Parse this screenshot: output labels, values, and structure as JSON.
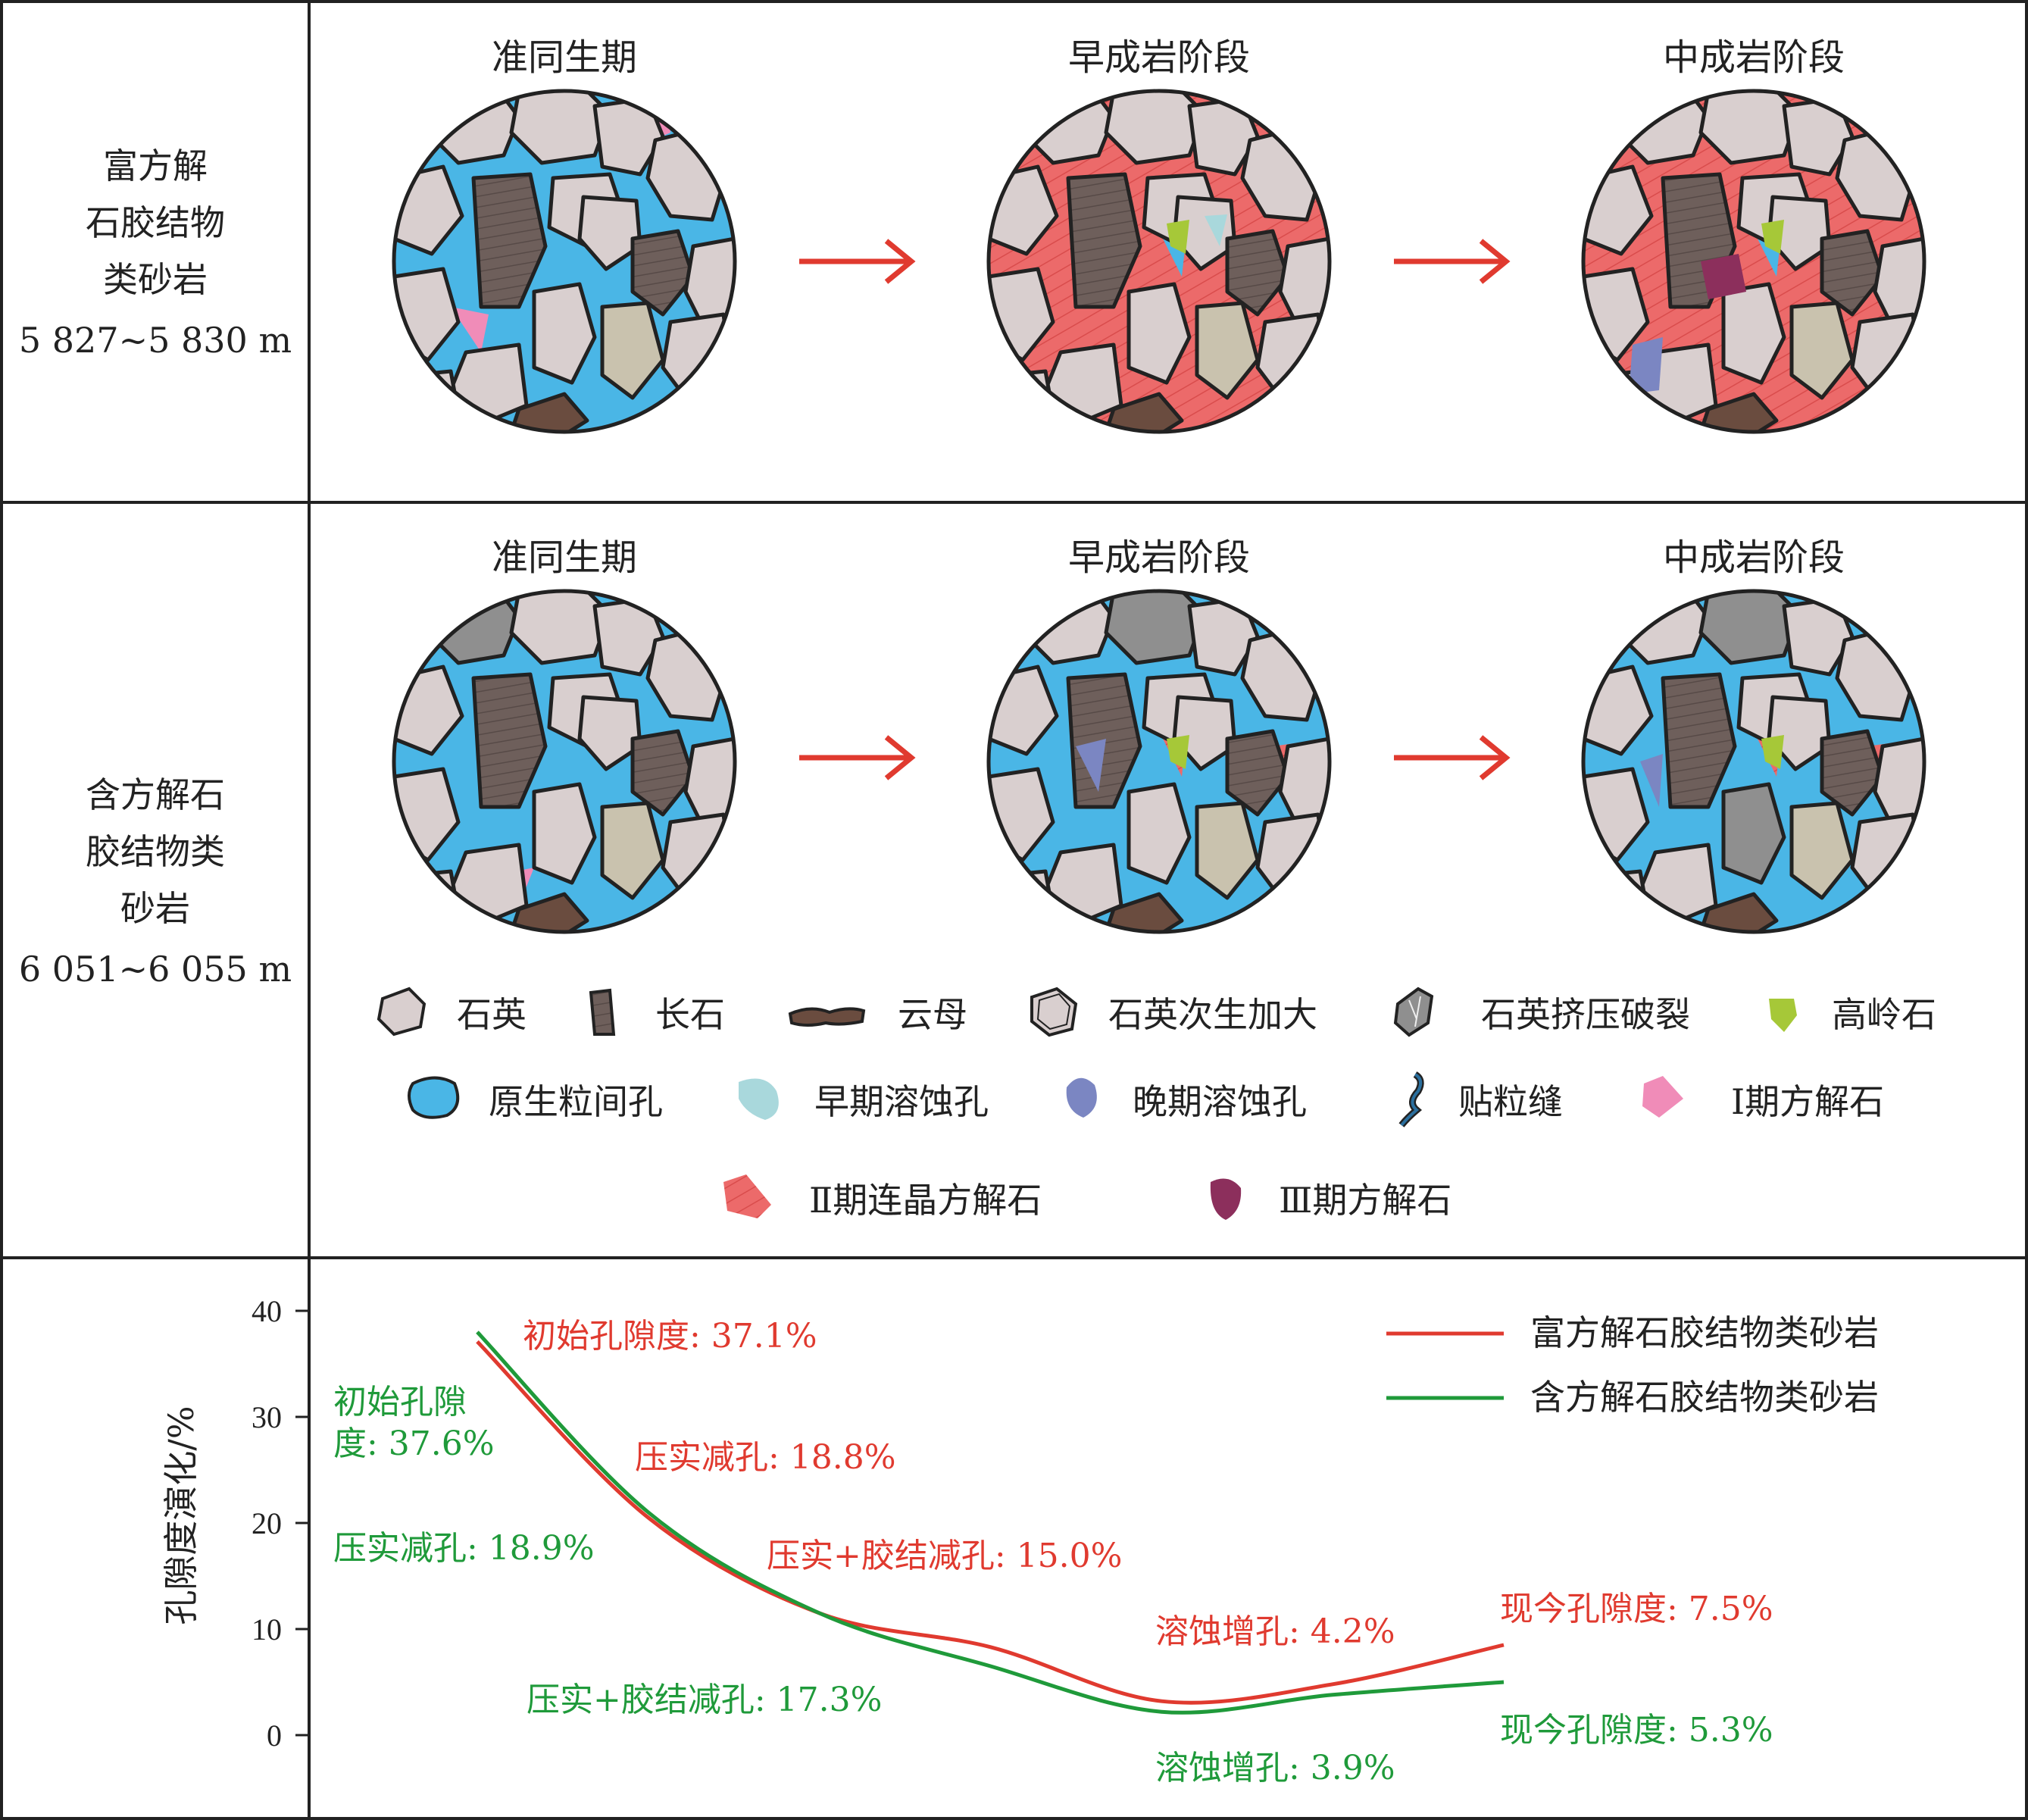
{
  "rows": [
    {
      "label_lines": [
        "富方解",
        "石胶结物",
        "类砂岩",
        "5 827~5 830 m"
      ],
      "stages": [
        "准同生期",
        "早成岩阶段",
        "中成岩阶段"
      ]
    },
    {
      "label_lines": [
        "含方解石",
        "胶结物类",
        "砂岩",
        "6  051~6 055 m"
      ],
      "stages": [
        "准同生期",
        "早成岩阶段",
        "中成岩阶段"
      ]
    }
  ],
  "legend": [
    {
      "label": "石英",
      "icon": "quartz-icon",
      "color": "#d9cfcf"
    },
    {
      "label": "长石",
      "icon": "feldspar-icon",
      "color": "#6e5f5b"
    },
    {
      "label": "云母",
      "icon": "mica-icon",
      "color": "#6a4c3f"
    },
    {
      "label": "石英次生加大",
      "icon": "quartz-overgrowth-icon",
      "color": "#d9cfcf"
    },
    {
      "label": "石英挤压破裂",
      "icon": "quartz-fractured-icon",
      "color": "#8f8f8f"
    },
    {
      "label": "高岭石",
      "icon": "kaolinite-icon",
      "color": "#a6c838"
    },
    {
      "label": "原生粒间孔",
      "icon": "primary-pore-icon",
      "color": "#4ab6e6"
    },
    {
      "label": "早期溶蚀孔",
      "icon": "early-dissolution-pore-icon",
      "color": "#a9d8dc"
    },
    {
      "label": "晚期溶蚀孔",
      "icon": "late-dissolution-pore-icon",
      "color": "#7b86c2"
    },
    {
      "label": "贴粒缝",
      "icon": "grain-edge-fracture-icon",
      "color": "#2a6f9e"
    },
    {
      "label": "Ⅰ期方解石",
      "icon": "calcite-stage1-icon",
      "color": "#f08cb8"
    },
    {
      "label": "Ⅱ期连晶方解石",
      "icon": "calcite-stage2-icon",
      "color": "#ec6a6a"
    },
    {
      "label": "Ⅲ期方解石",
      "icon": "calcite-stage3-icon",
      "color": "#8c2f5c"
    }
  ],
  "colors": {
    "red_series": "#e03a2f",
    "green_series": "#1f9a3a",
    "arrow": "#e03a2f"
  },
  "chart_data": {
    "type": "line",
    "ylabel": "孔隙度演化/%",
    "ylim": [
      0,
      40
    ],
    "yticks": [
      0,
      10,
      20,
      30,
      40
    ],
    "x": [
      0,
      1,
      2,
      3,
      4,
      5,
      6
    ],
    "series": [
      {
        "name": "富方解石胶结物类砂岩",
        "values": [
          37.1,
          20.5,
          11.5,
          8.3,
          3.2,
          4.8,
          8.5
        ]
      },
      {
        "name": "含方解石胶结物类砂岩",
        "values": [
          38.0,
          21.0,
          11.5,
          6.5,
          2.2,
          3.8,
          5.0
        ]
      }
    ],
    "annotations": {
      "red": [
        "初始孔隙度: 37.1%",
        "压实减孔: 18.8%",
        "压实+胶结减孔: 15.0%",
        "溶蚀增孔: 4.2%",
        "现今孔隙度: 7.5%"
      ],
      "green": [
        "初始孔隙",
        "度: 37.6%",
        "压实减孔: 18.9%",
        "压实+胶结减孔: 17.3%",
        "溶蚀增孔: 3.9%",
        "现今孔隙度: 5.3%"
      ]
    }
  }
}
